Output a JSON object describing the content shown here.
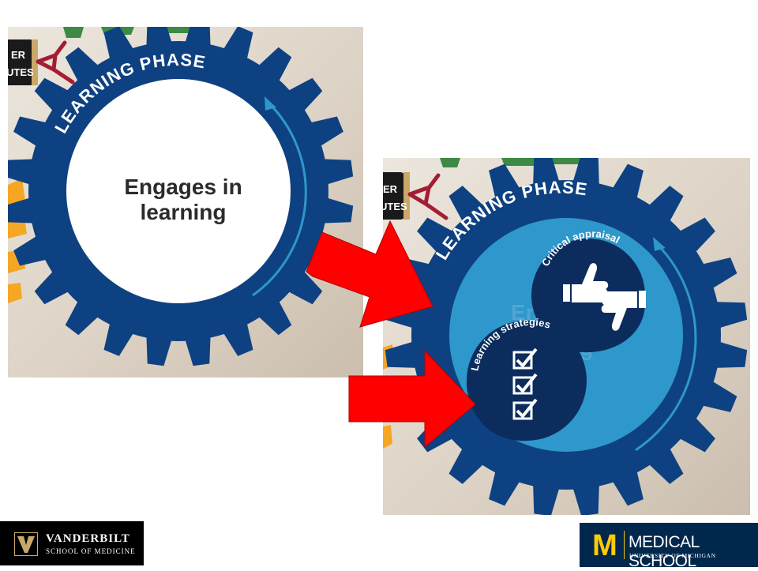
{
  "left_panel": {
    "phase_label": "LEARNING PHASE",
    "center_text_line1": "Engages in",
    "center_text_line2": "learning",
    "partial_tag_line1": "ER",
    "partial_tag_line2": "UTES"
  },
  "right_panel": {
    "phase_label": "LEARNING PHASE",
    "partial_tag_line1": "ER",
    "partial_tag_line2": "UTES",
    "critical_appraisal_label": "Critical appraisal",
    "learning_strategies_label": "Learning strategies",
    "faded_text_line1": "Eng",
    "faded_text_line2": "ng"
  },
  "logos": {
    "vanderbilt_name": "VANDERBILT",
    "vanderbilt_school": "SCHOOL OF MEDICINE",
    "umich_name": "MEDICAL SCHOOL",
    "umich_university": "UNIVERSITY OF MICHIGAN",
    "umich_block_letter": "M"
  },
  "colors": {
    "gear_blue": "#0e4181",
    "inner_light_blue": "#2e97cb",
    "dark_navy": "#0b2c5c",
    "arrow_red": "#ff0000",
    "orange_gear": "#f5a623",
    "green_gear": "#3c8a45",
    "maroon_connector": "#a41d33",
    "umich_maize": "#ffcb05",
    "umich_blue": "#00274c"
  }
}
